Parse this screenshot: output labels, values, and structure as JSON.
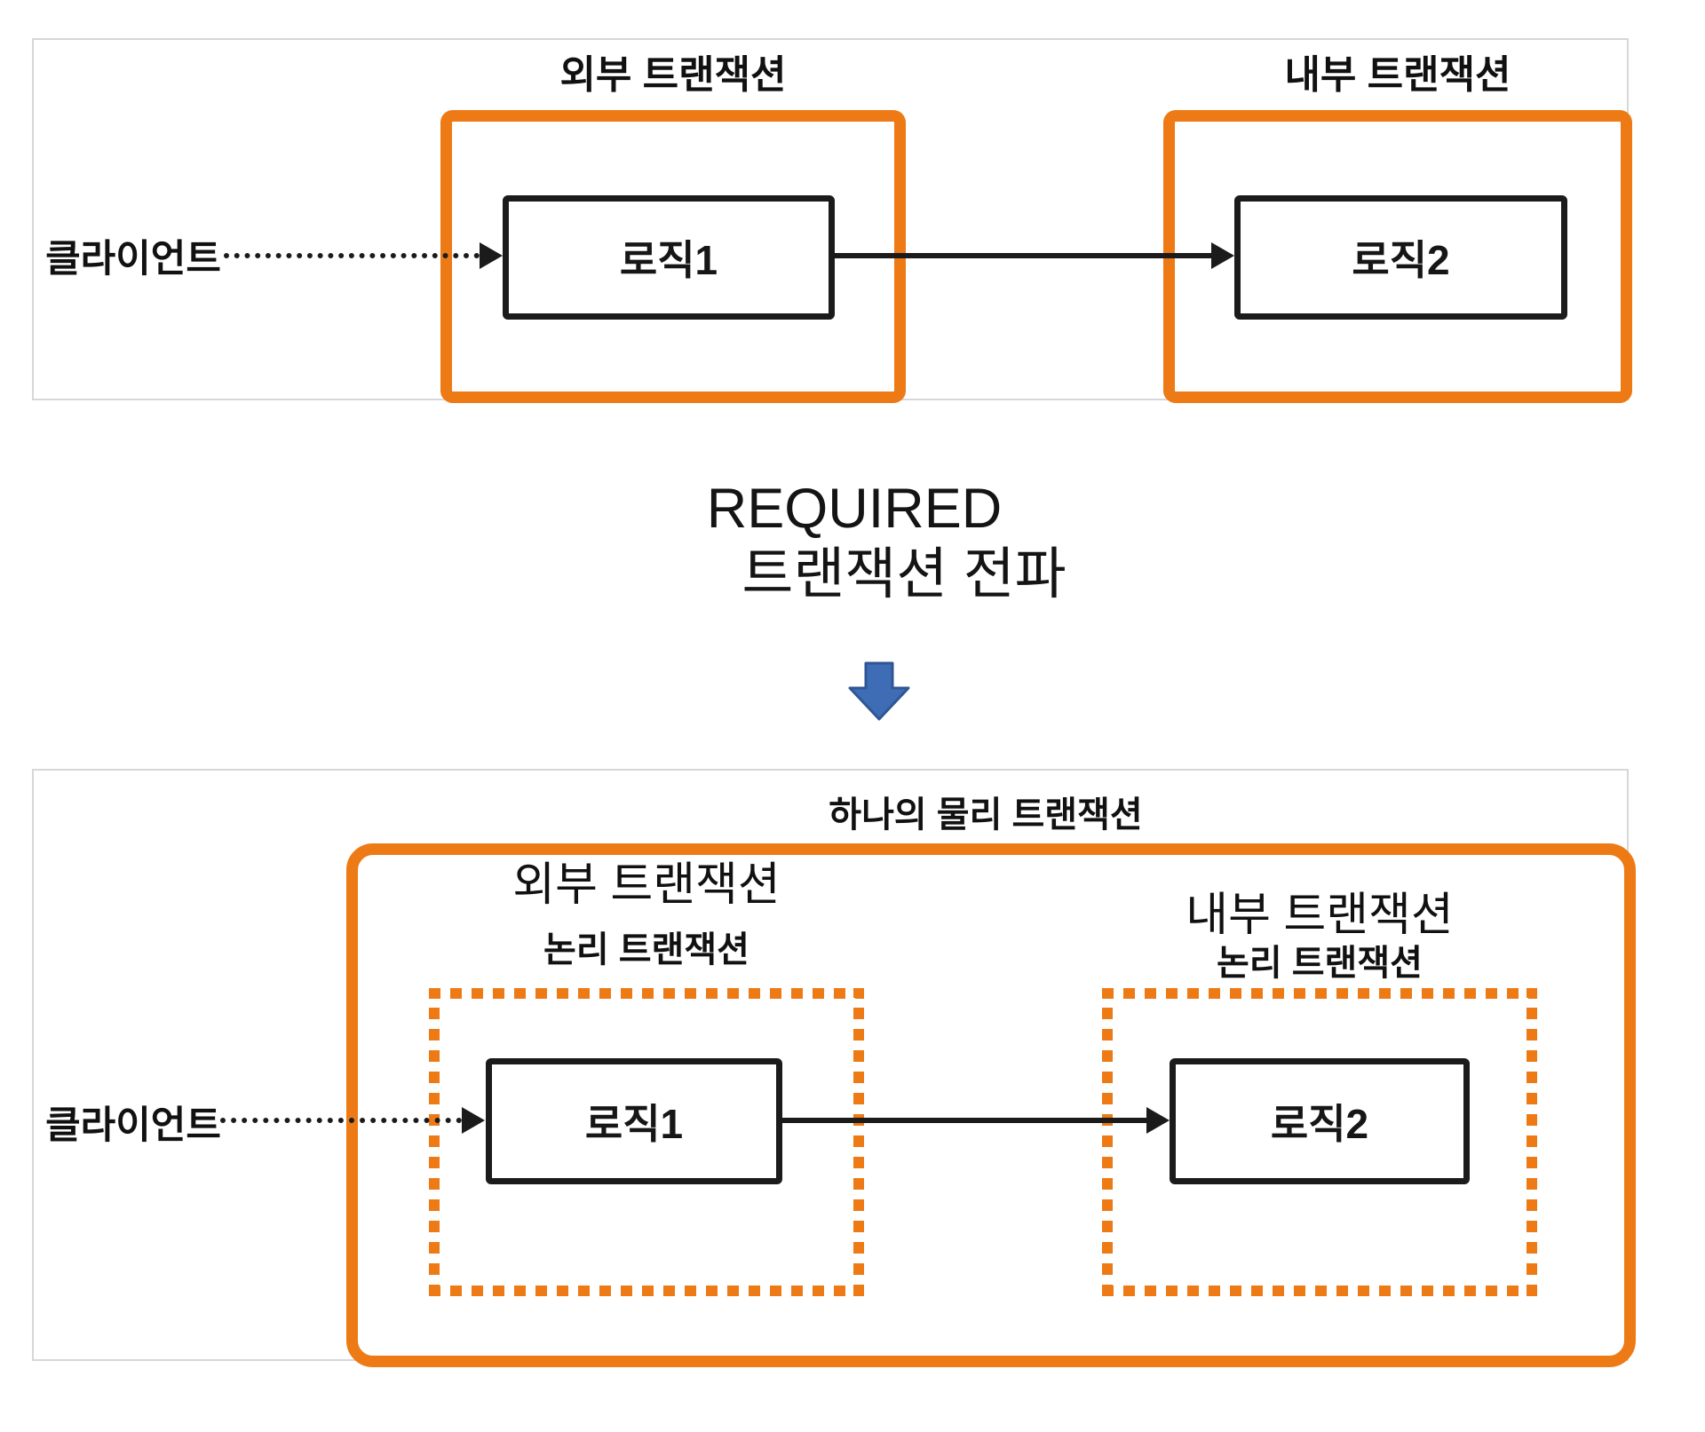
{
  "colors": {
    "orange": "#ED7A14",
    "arrow_blue_fill": "#3E6DB5",
    "arrow_blue_border": "#2F5694",
    "line_black": "#1B1B1B",
    "panel_border": "#D7D7D7"
  },
  "top_panel": {
    "external_tx_label": "외부 트랜잭션",
    "internal_tx_label": "내부 트랜잭션",
    "client_label": "클라이언트",
    "logic1_label": "로직1",
    "logic2_label": "로직2"
  },
  "middle": {
    "propagation_line1": "REQUIRED",
    "propagation_line2": "트랜잭션 전파",
    "arrow_icon": "blue-down-block-arrow"
  },
  "bottom_panel": {
    "title": "하나의 물리 트랜잭션",
    "external_tx_label": "외부 트랜잭션",
    "logical_tx_label_left": "논리 트랜잭션",
    "internal_tx_label": "내부 트랜잭션",
    "logical_tx_label_right": "논리 트랜잭션",
    "client_label": "클라이언트",
    "logic1_label": "로직1",
    "logic2_label": "로직2"
  }
}
